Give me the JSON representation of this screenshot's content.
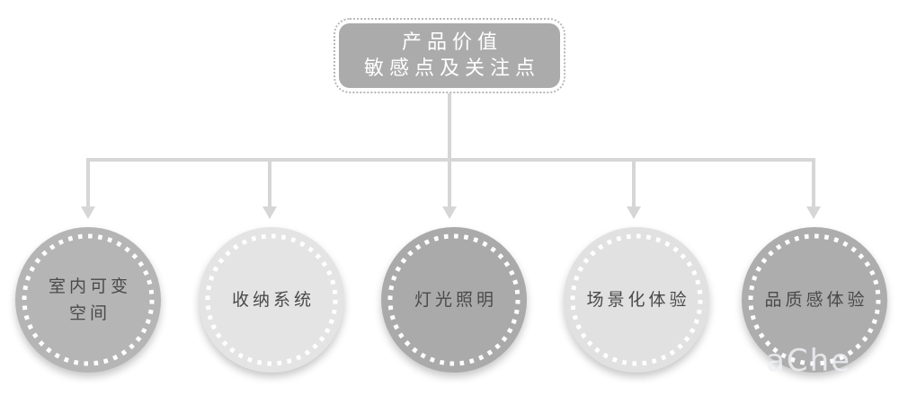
{
  "diagram": {
    "root": {
      "label": "产品价值\n敏感点及关注点",
      "fill": "#ababab",
      "text_color": "#ffffff"
    },
    "nodes": [
      {
        "label": "室内可变\n空间",
        "fill": "#b5b5b5"
      },
      {
        "label": "收纳系统",
        "fill": "#e4e4e4"
      },
      {
        "label": "灯光照明",
        "fill": "#aaaaaa"
      },
      {
        "label": "场景化体验",
        "fill": "#e1e1e1"
      },
      {
        "label": "品质感体验",
        "fill": "#adadad"
      }
    ],
    "colors": {
      "connector": "#d6d6d6",
      "ring": "#ffffff",
      "node_text": "#4a4a4a",
      "dotted_border": "#b7b7b7"
    }
  },
  "watermark": {
    "text": "aChe"
  }
}
